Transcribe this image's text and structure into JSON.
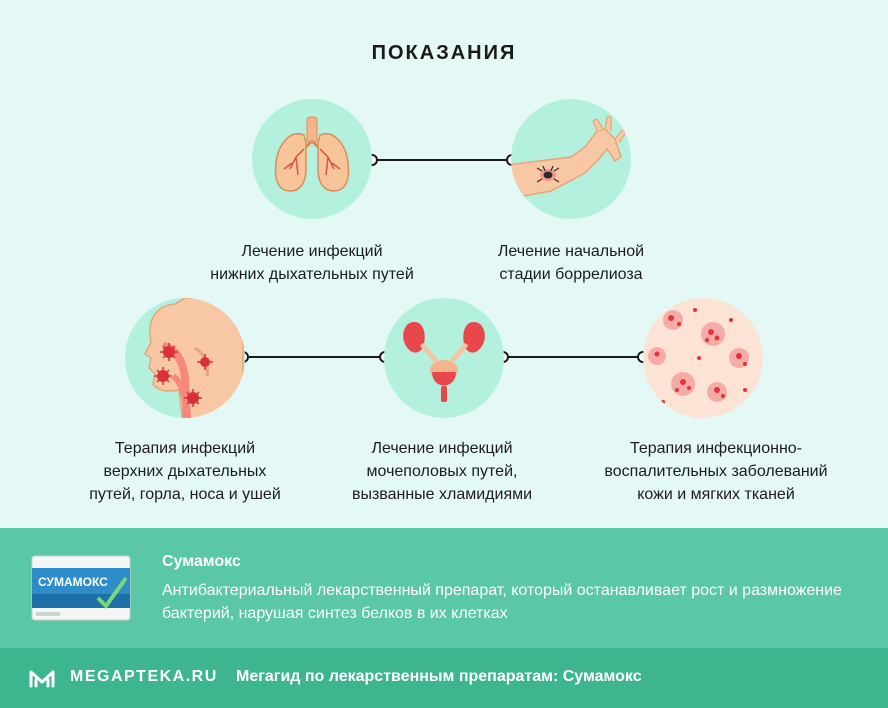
{
  "title": "ПОКАЗАНИЯ",
  "indications": [
    {
      "icon": "lungs-icon",
      "label_lines": [
        "Лечение инфекций",
        "нижних дыхательных путей"
      ]
    },
    {
      "icon": "tick-bite-arm-icon",
      "label_lines": [
        "Лечение начальной",
        "стадии боррелиоза"
      ]
    },
    {
      "icon": "throat-nose-ear-icon",
      "label_lines": [
        "Терапия инфекций",
        "верхних дыхательных",
        "путей, горла, носа и ушей"
      ]
    },
    {
      "icon": "urogenital-organs-icon",
      "label_lines": [
        "Лечение инфекций",
        "мочеполовых путей,",
        "вызванные хламидиями"
      ]
    },
    {
      "icon": "skin-rash-icon",
      "label_lines": [
        "Терапия инфекционно-",
        "воспалительных заболеваний",
        "кожи и мягких тканей"
      ]
    }
  ],
  "drug": {
    "name": "Сумамокс",
    "description": "Антибактериальный лекарственный препарат, который останавливает рост и размножение бактерий, нарушая синтез белков в их клетках",
    "pack_label": "СУМАМОКС"
  },
  "footer": {
    "brand": "MEGAPTEKA.RU",
    "text": "Мегагид по лекарственным препаратам: Сумамокс"
  },
  "colors": {
    "background": "#e4f9f6",
    "icon_circle": "#b3f1de",
    "info_band": "#5ac8a6",
    "footer_band": "#3db58f",
    "accent_red": "#e8474c"
  }
}
